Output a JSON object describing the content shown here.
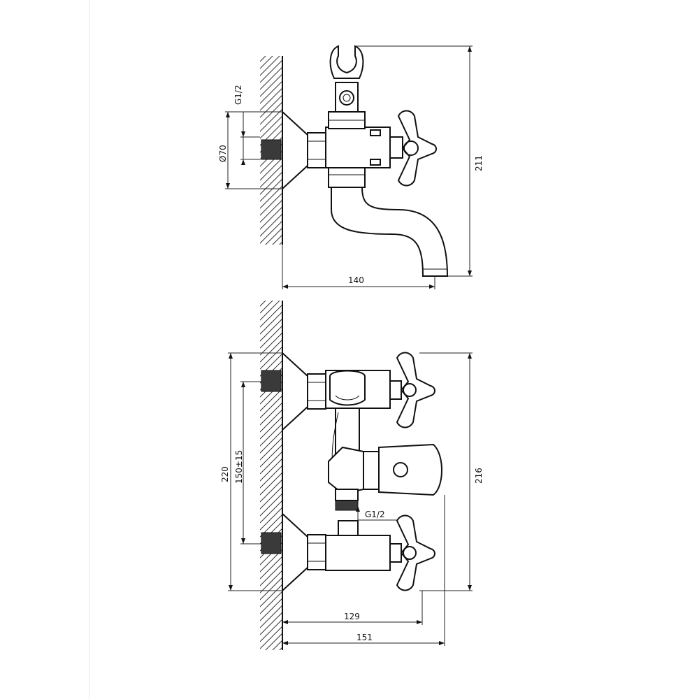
{
  "top_view": {
    "thread_label": "G1/2",
    "diameter_label": "Ø70",
    "height_label": "211",
    "reach_label": "140"
  },
  "bottom_view": {
    "overall_height_label": "220",
    "center_distance_label": "150±15",
    "height_label": "216",
    "thread_label": "G1/2",
    "depth_label": "129",
    "overall_depth_label": "151"
  }
}
